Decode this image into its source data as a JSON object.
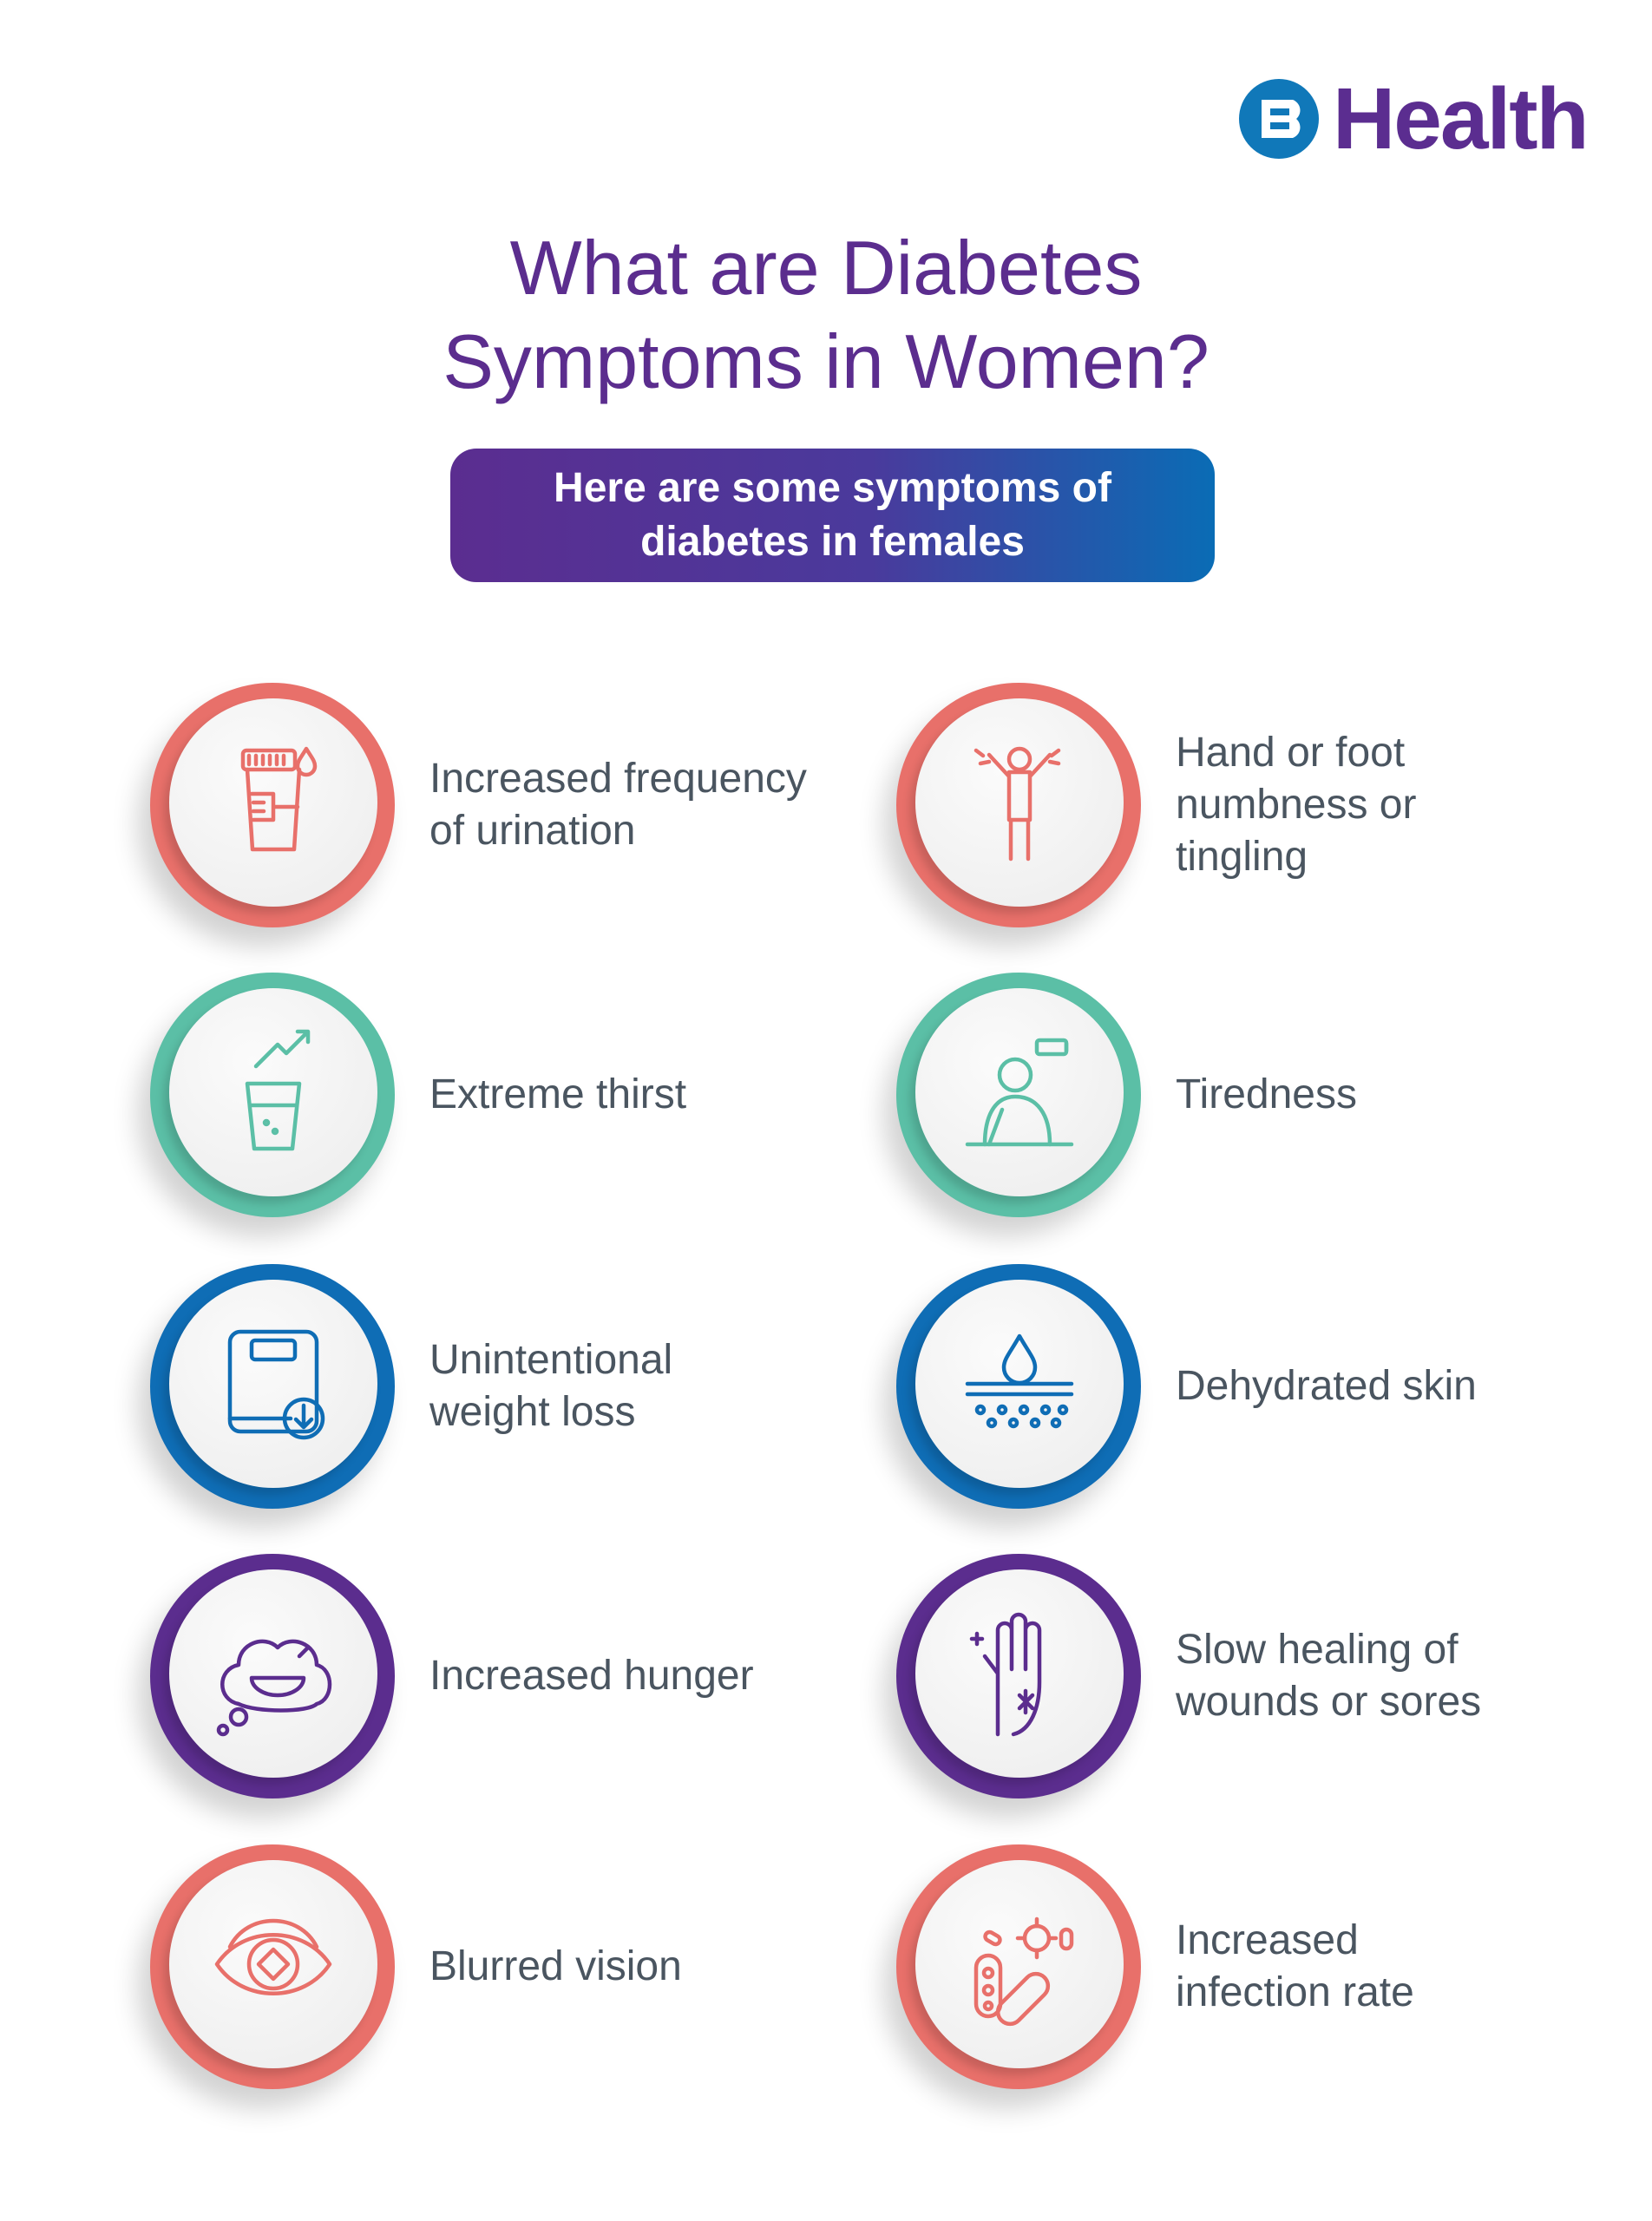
{
  "brand": {
    "logo_letter": "B",
    "name": "Health",
    "color": "#5b2d90",
    "mark_color": "#1078b9"
  },
  "title": {
    "line1": "What are Diabetes",
    "line2": "Symptoms in Women?"
  },
  "banner": {
    "line1": "Here are some symptoms of",
    "line2": "diabetes in females"
  },
  "colors": {
    "coral": "#e8706a",
    "teal": "#5bbfa6",
    "blue": "#0f6db5",
    "purple": "#5b2d8e",
    "text": "#4a5560"
  },
  "symptoms": [
    {
      "lines": [
        "Increased frequency",
        "of urination"
      ],
      "icon": "urine-cup-icon",
      "color": "#e8706a"
    },
    {
      "lines": [
        "Hand or foot",
        "numbness or",
        "tingling"
      ],
      "icon": "numb-person-icon",
      "color": "#e8706a"
    },
    {
      "lines": [
        "Extreme thirst"
      ],
      "icon": "water-glass-icon",
      "color": "#5bbfa6"
    },
    {
      "lines": [
        "Tiredness"
      ],
      "icon": "tired-person-icon",
      "color": "#5bbfa6"
    },
    {
      "lines": [
        "Unintentional",
        "weight loss"
      ],
      "icon": "weight-scale-icon",
      "color": "#0f6db5"
    },
    {
      "lines": [
        "Dehydrated skin"
      ],
      "icon": "skin-drop-icon",
      "color": "#0f6db5"
    },
    {
      "lines": [
        "Increased hunger"
      ],
      "icon": "hunger-bowl-icon",
      "color": "#5b2d8e"
    },
    {
      "lines": [
        "Slow healing of",
        "wounds or sores"
      ],
      "icon": "wounded-hand-icon",
      "color": "#5b2d8e"
    },
    {
      "lines": [
        "Blurred vision"
      ],
      "icon": "blurred-eye-icon",
      "color": "#e8706a"
    },
    {
      "lines": [
        "Increased",
        "infection rate"
      ],
      "icon": "bacteria-icon",
      "color": "#e8706a"
    }
  ]
}
